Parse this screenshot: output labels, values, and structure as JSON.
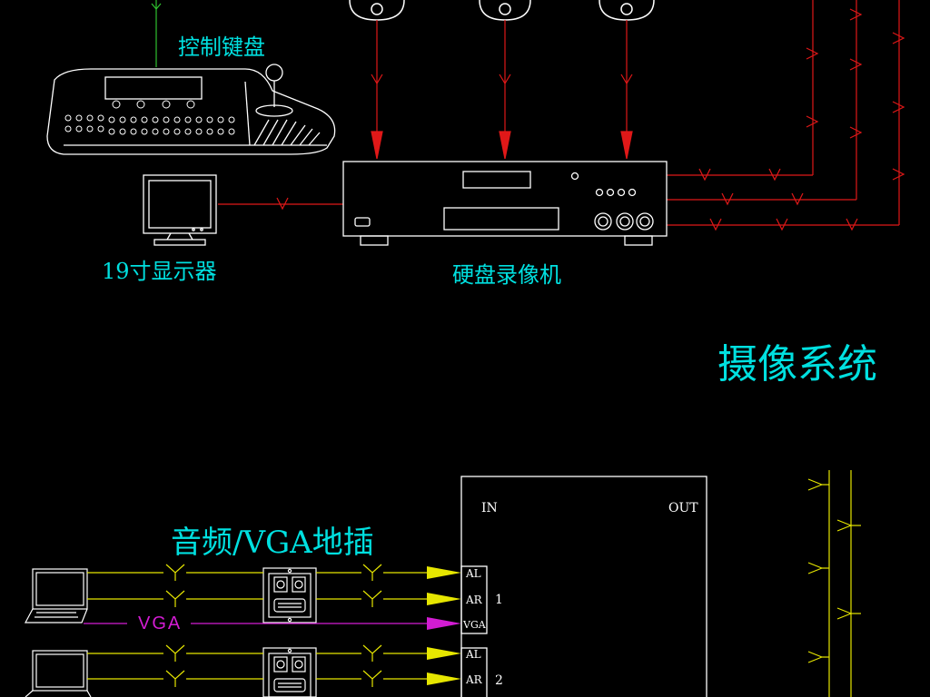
{
  "labels": {
    "keyboard": "控制键盘",
    "monitor": "19寸显示器",
    "dvr": "硬盘录像机",
    "camera_system": "摄像系统",
    "audio_vga": "音频/VGA地插"
  },
  "matrix": {
    "in": "IN",
    "out": "OUT",
    "port1": [
      "AL",
      "AR",
      "VGA"
    ],
    "port2": [
      "AL",
      "AR"
    ],
    "num1": "1",
    "num2": "2"
  },
  "wire_labels": {
    "vga": "VGA"
  },
  "colors": {
    "background": "#000000",
    "label_cyan": "#00e0e0",
    "wire_red": "#e01818",
    "wire_yellow": "#e6e600",
    "wire_magenta": "#d21cd2",
    "equipment": "#ffffff"
  }
}
